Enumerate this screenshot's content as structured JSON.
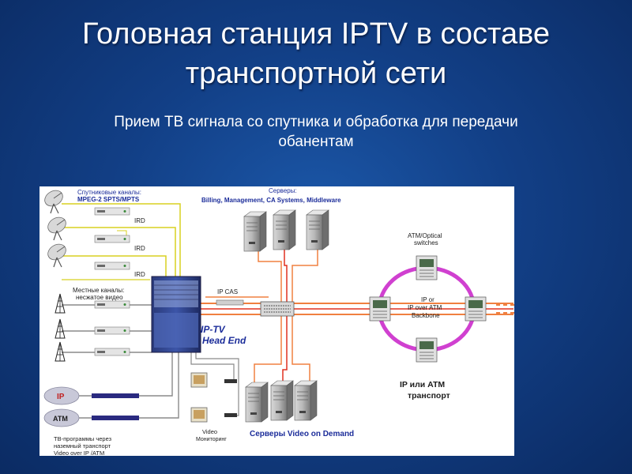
{
  "slide": {
    "title_line1": "Головная станция IPTV в составе",
    "title_line2": "транспортной сети",
    "subtitle_line1": "Прием ТВ сигнала со спутника и обработка для передачи",
    "subtitle_line2": "обанентам"
  },
  "diagram": {
    "satellite_label_line1": "Спутниковые каналы:",
    "satellite_label_line2": "MPEG-2 SPTS/MPTS",
    "ird_labels": [
      "IRD",
      "IRD",
      "IRD"
    ],
    "local_label_line1": "Местные каналы:",
    "local_label_line2": "несжатое видео",
    "servers_label_line1": "Серверы:",
    "servers_label_line2": "Billing, Management,  CA Systems, Middleware",
    "ip_cas_label": "IP CAS",
    "headend_label_line1": "IP-TV",
    "headend_label_line2": "Head End",
    "atm_switch_label_line1": "ATM/Optical",
    "atm_switch_label_line2": "switches",
    "backbone_label_line1": "IP or",
    "backbone_label_line2": "IP over ATM",
    "backbone_label_line3": "Backbone",
    "transport_label_line1": "IP или  ATM",
    "transport_label_line2": "транспорт",
    "ip_badge": "IP",
    "atm_badge": "ATM",
    "tv_programs_line1": "ТВ-программы через",
    "tv_programs_line2": "наземный транспорт",
    "tv_programs_line3": "Video over IP /ATM",
    "video_monitor_line1": "Video",
    "video_monitor_line2": "Мониторинг",
    "vod_label": "Серверы Video on Demand"
  },
  "colors": {
    "background": "#123f86",
    "yellow_line": "#d8d020",
    "orange_line": "#f08040",
    "red_line": "#e03020",
    "gray_line": "#8a8a8a",
    "ring": "#d040d0",
    "label_blue": "#1c2d9a"
  }
}
